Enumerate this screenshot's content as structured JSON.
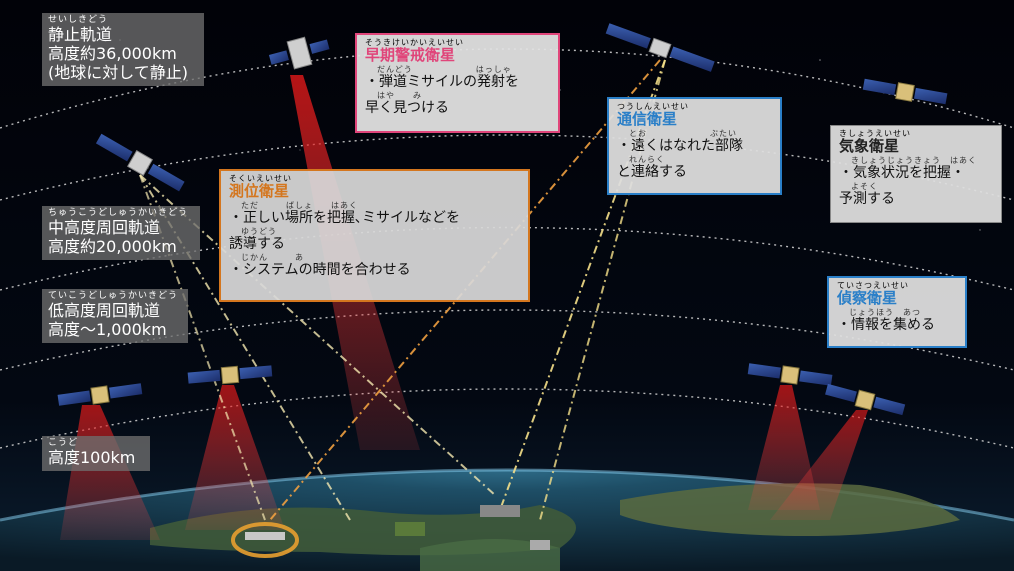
{
  "orbit_labels": [
    {
      "ruby": "せいしきどう",
      "lines": [
        "静止軌道",
        "高度約36,000km",
        "(地球に対して静止)"
      ]
    },
    {
      "ruby": "ちゅうこうどしゅうかいきどう",
      "lines": [
        "中高度周回軌道",
        "高度約20,000km"
      ]
    },
    {
      "ruby": "ていこうどしゅうかいきどう",
      "lines": [
        "低高度周回軌道",
        "高度〜1,000km"
      ]
    },
    {
      "ruby": "こうど",
      "lines": [
        "高度100km"
      ]
    }
  ],
  "satellites": {
    "early_warning": {
      "ruby": "そうきけいかいえいせい",
      "title": "早期警戒衛星",
      "line1_ruby": "だんどう　　　　　　　はっしゃ",
      "line1": "・弾道ミサイルの発射を",
      "line2_ruby": "はや　　み",
      "line2": "早く見つける",
      "accent": "#e0457a"
    },
    "positioning": {
      "ruby": "そくいえいせい",
      "title": "測位衛星",
      "line1_ruby": "ただ　　　ばしょ　　はあく",
      "line1": "・正しい場所を把握､ミサイルなどを",
      "line2_ruby": "ゆうどう",
      "line2": "誘導する",
      "line3_ruby": "じかん　　　あ",
      "line3": "・システムの時間を合わせる",
      "accent": "#d4761e"
    },
    "communication": {
      "ruby": "つうしんえいせい",
      "title": "通信衛星",
      "line1_ruby": "とお　　　　　　　ぶたい",
      "line1": "・遠くはなれた部隊",
      "line2_ruby": "れんらく",
      "line2": "と連絡する",
      "accent": "#2a7fc8"
    },
    "weather": {
      "ruby": "きしょうえいせい",
      "title": "気象衛星",
      "line1_ruby": "きしょうじょうきょう　はあく",
      "line1": "・気象状況を把握・",
      "line2_ruby": "よそく",
      "line2": "予測する",
      "accent": "#222222"
    },
    "reconnaissance": {
      "ruby": "ていさつえいせい",
      "title": "偵察衛星",
      "line1_ruby": "じょうほう　あつ",
      "line1": "・情報を集める",
      "accent": "#2a7fc8"
    }
  }
}
